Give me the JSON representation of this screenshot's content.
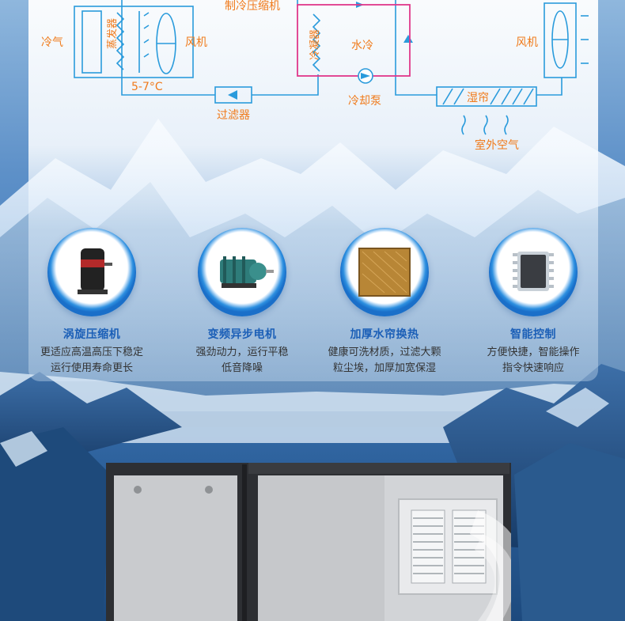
{
  "diagram": {
    "labels": {
      "cold_air": "冷气",
      "evaporator": "蒸发器",
      "fan_left": "风机",
      "temp": "5-7°C",
      "compressor": "制冷压缩机",
      "condenser": "冷凝器",
      "water_cool": "水冷",
      "filter": "过滤器",
      "cooling_pump": "冷却泵",
      "wet_curtain": "湿帘",
      "fan_right": "风机",
      "outdoor_air": "室外空气"
    }
  },
  "features": [
    {
      "title": "涡旋压缩机",
      "desc1": "更适应高温高压下稳定",
      "desc2": "运行使用寿命更长",
      "icon": "scroll-compressor-icon"
    },
    {
      "title": "变频异步电机",
      "desc1": "强劲动力，运行平稳",
      "desc2": "低音降噪",
      "icon": "motor-icon"
    },
    {
      "title": "加厚水帘换热",
      "desc1": "健康可洗材质，过滤大颗",
      "desc2": "粒尘埃，加厚加宽保湿",
      "icon": "water-curtain-icon"
    },
    {
      "title": "智能控制",
      "desc1": "方便快捷，智能操作",
      "desc2": "指令快速响应",
      "icon": "chip-icon"
    }
  ],
  "colors": {
    "accent_blue": "#1b5fb7",
    "diagram_blue": "#2a9bdc",
    "diagram_magenta": "#e0388a",
    "label_orange": "#f07a1a"
  }
}
